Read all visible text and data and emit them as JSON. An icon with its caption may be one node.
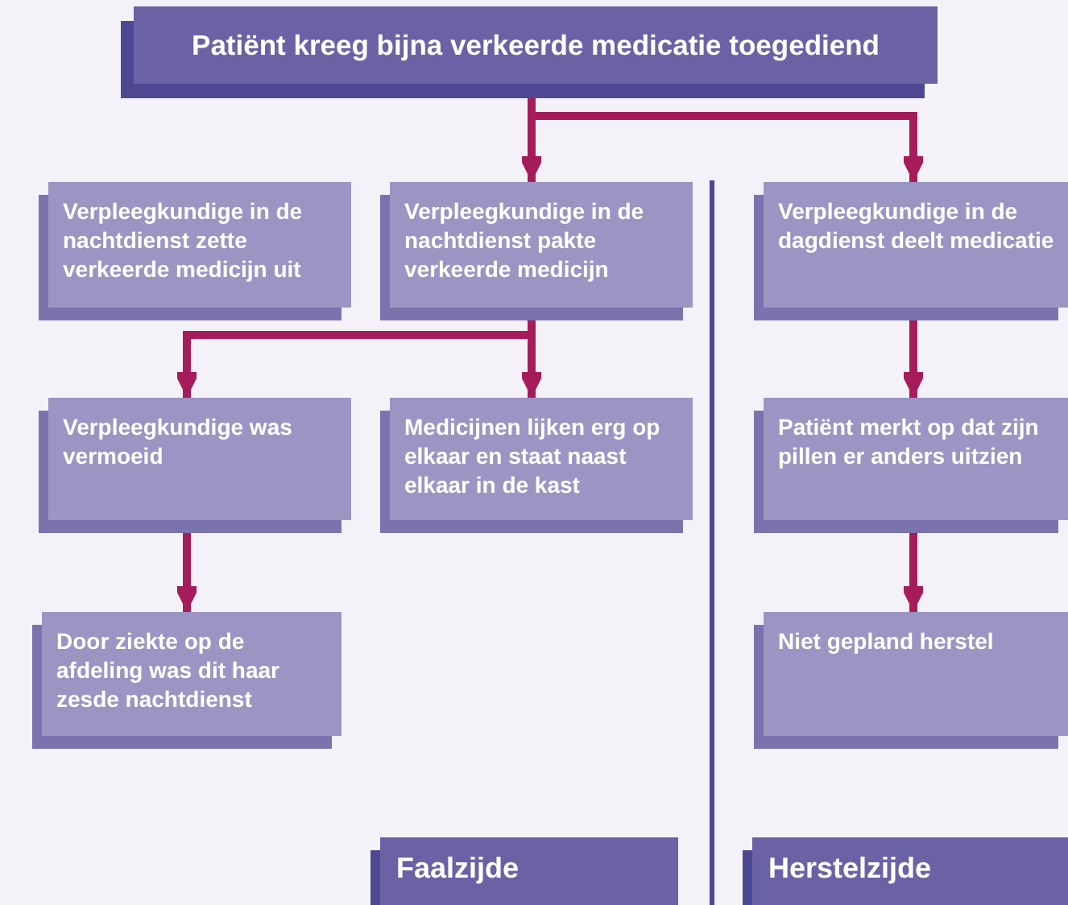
{
  "diagram": {
    "nodes": [
      {
        "text": [
          "Patiënt kreeg bijna verkeerde medicatie toegediend"
        ]
      },
      {
        "text": [
          "Verpleegkundige in de nachtdienst zette verkeerde medicijn uit"
        ]
      },
      {
        "text": [
          "Verpleegkundige in de nachtdienst pakte verkeerde medicijn"
        ]
      },
      {
        "text": [
          "Verpleegkundige in de dagdienst deelt medicatie"
        ]
      },
      {
        "text": [
          "Verpleegkundige was vermoeid"
        ]
      },
      {
        "text": [
          "Medicijnen lijken erg op elkaar en staat naast elkaar in de kast"
        ]
      },
      {
        "text": [
          "Patiënt merkt op dat zijn pillen er anders uitzien"
        ]
      },
      {
        "text": [
          "Door ziekte op de afdeling was dit haar zesde nachtdienst"
        ]
      },
      {
        "text": [
          "Niet gepland herstel"
        ]
      },
      {
        "text": [
          "Faalzijde"
        ]
      },
      {
        "text": [
          "Herstelzijde"
        ]
      }
    ],
    "edges": [
      {
        "from": 0,
        "to": 2,
        "arrow": "to"
      },
      {
        "from": 0,
        "to": 3,
        "arrow": "to"
      },
      {
        "from": 2,
        "to": 4,
        "arrow": "to"
      },
      {
        "from": 2,
        "to": 5,
        "arrow": "to"
      },
      {
        "from": 3,
        "to": 6,
        "arrow": "to"
      },
      {
        "from": 4,
        "to": 7,
        "arrow": "to"
      },
      {
        "from": 6,
        "to": 8,
        "arrow": "to"
      }
    ]
  }
}
